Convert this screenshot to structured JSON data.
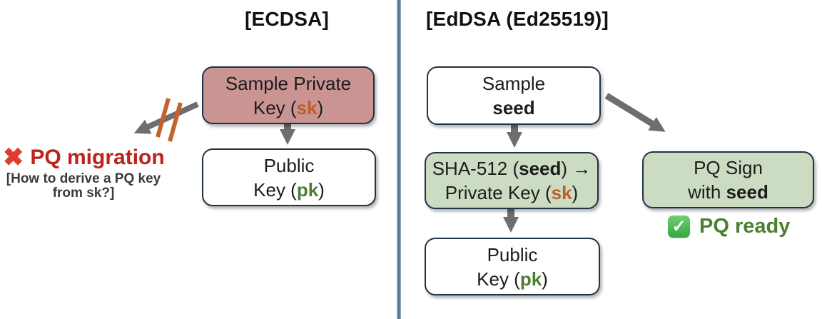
{
  "left": {
    "title": "[ECDSA]",
    "sk_box": {
      "l1": "Sample Private",
      "l2a": "Key (",
      "key": "sk",
      "l2b": ")"
    },
    "pk_box": {
      "l1": "Public",
      "l2a": "Key (",
      "key": "pk",
      "l2b": ")"
    },
    "block": {
      "x": "✖",
      "title": "PQ migration",
      "note1": "[How to derive a PQ key",
      "note2": "from sk?]"
    }
  },
  "right": {
    "title": "[EdDSA (Ed25519)]",
    "seed_box": {
      "l1": "Sample",
      "l2": "seed"
    },
    "sha_box": {
      "l1a": "SHA-512 (",
      "l1b": "seed",
      "l1c": ") ",
      "arrow": "→",
      "l2a": "Private Key (",
      "key": "sk",
      "l2b": ")"
    },
    "pk_box": {
      "l1": "Public",
      "l2a": "Key (",
      "key": "pk",
      "l2b": ")"
    },
    "sign_box": {
      "l1": "PQ Sign",
      "l2a": "with ",
      "l2b": "seed"
    },
    "ready": {
      "check": "✓",
      "label": "PQ ready"
    }
  },
  "colors": {
    "private_key_box_fill": "#c99492",
    "green_box_fill": "#ccdcc3",
    "box_border": "#203243",
    "sk_text": "#bf5e2c",
    "pk_text": "#4d7e33",
    "arrow_gray": "#6e6e6e",
    "blocked_slash_orange": "#c2622d",
    "pq_migration_red": "#bb231b",
    "x_mark_red": "#e23b2e",
    "pq_ready_green": "#4c7f31",
    "check_badge_green": "#35a643",
    "divider_blue": "#4c7294"
  }
}
